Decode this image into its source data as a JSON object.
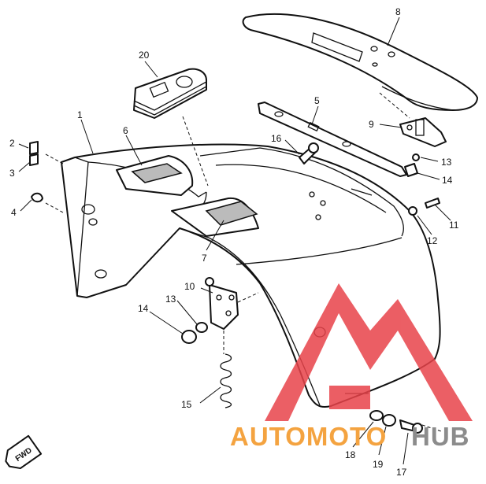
{
  "diagram": {
    "callouts": [
      {
        "id": "c1",
        "text": "1"
      },
      {
        "id": "c2",
        "text": "2"
      },
      {
        "id": "c3",
        "text": "3"
      },
      {
        "id": "c4",
        "text": "4"
      },
      {
        "id": "c5",
        "text": "5"
      },
      {
        "id": "c6",
        "text": "6"
      },
      {
        "id": "c7",
        "text": "7"
      },
      {
        "id": "c8",
        "text": "8"
      },
      {
        "id": "c9",
        "text": "9"
      },
      {
        "id": "c10",
        "text": "10"
      },
      {
        "id": "c11",
        "text": "11"
      },
      {
        "id": "c12",
        "text": "12"
      },
      {
        "id": "c13a",
        "text": "13"
      },
      {
        "id": "c13b",
        "text": "13"
      },
      {
        "id": "c14a",
        "text": "14"
      },
      {
        "id": "c14b",
        "text": "14"
      },
      {
        "id": "c15",
        "text": "15"
      },
      {
        "id": "c16",
        "text": "16"
      },
      {
        "id": "c17",
        "text": "17"
      },
      {
        "id": "c18",
        "text": "18"
      },
      {
        "id": "c19",
        "text": "19"
      },
      {
        "id": "c20",
        "text": "20"
      }
    ],
    "fwd_label": "FWD",
    "watermark": {
      "word_a": "AUTOMOTO",
      "word_b": "HUB",
      "color_a": "#f4a340",
      "color_b": "#8c8c8c",
      "logo_color": "#e8434a"
    }
  }
}
